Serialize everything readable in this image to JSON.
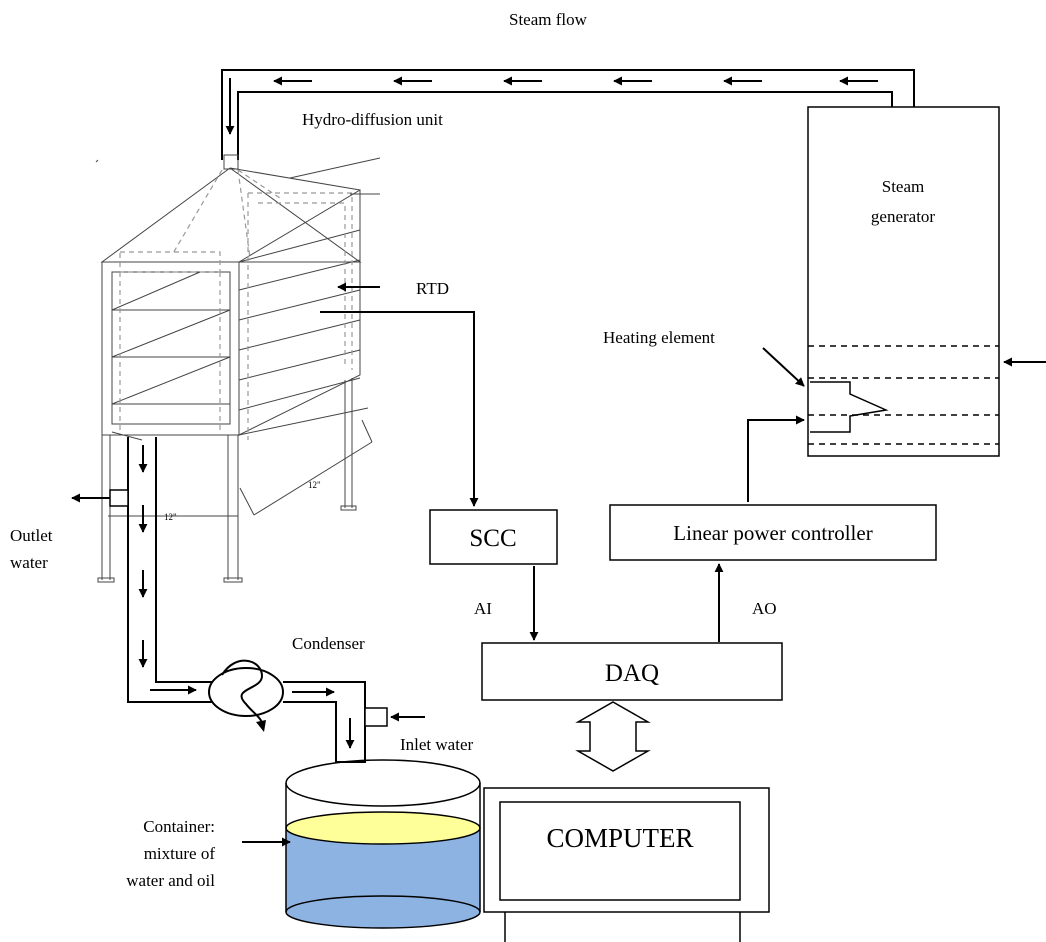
{
  "labels": {
    "steam_flow": "Steam flow",
    "hydro_diffusion_unit": "Hydro-diffusion unit",
    "steam_generator_line1": "Steam",
    "steam_generator_line2": "generator",
    "rtd": "RTD",
    "heating_element": "Heating element",
    "outlet_water_line1": "Outlet",
    "outlet_water_line2": "water",
    "scc": "SCC",
    "linear_power_controller": "Linear power controller",
    "ai": "AI",
    "ao": "AO",
    "condenser": "Condenser",
    "daq": "DAQ",
    "inlet_water": "Inlet water",
    "container_line1": "Container:",
    "container_line2": "mixture of",
    "container_line3": "water and oil",
    "computer": "COMPUTER",
    "dim_12_a": "12\"",
    "dim_12_b": "12\""
  },
  "colors": {
    "liquid_surface": "#ffff99",
    "liquid_body": "#8db3e2"
  }
}
